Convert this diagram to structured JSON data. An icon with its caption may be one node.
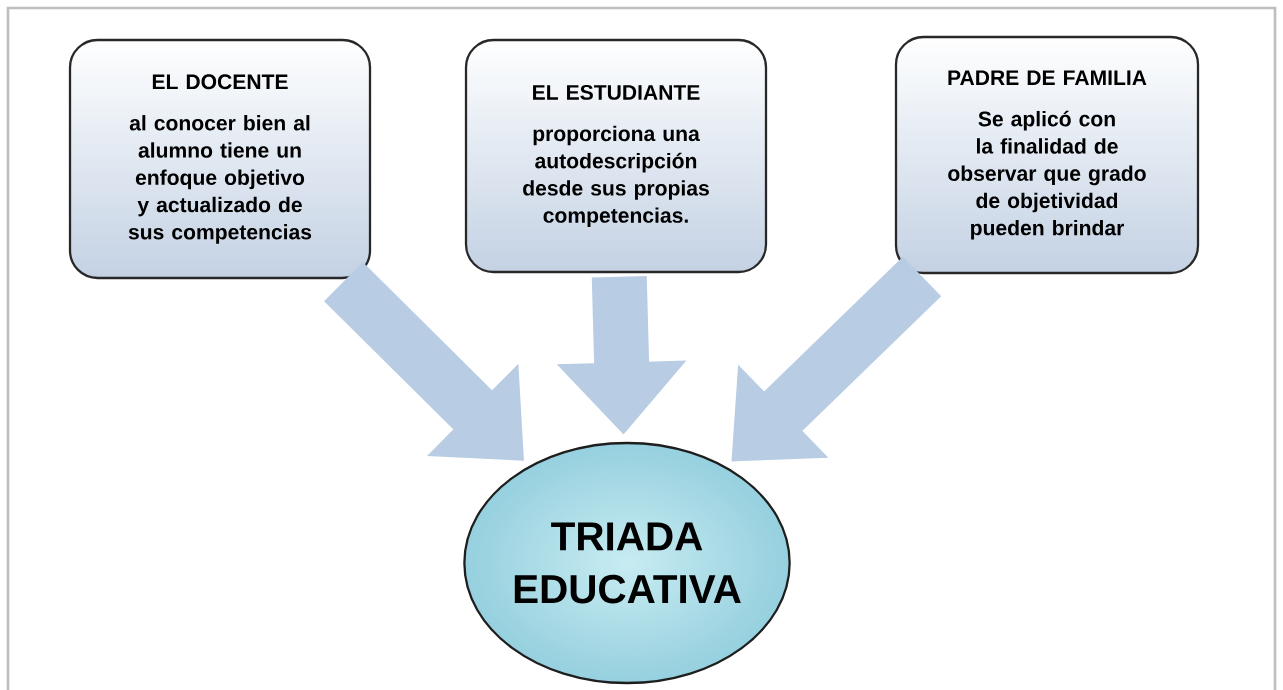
{
  "diagram": {
    "nodes": [
      {
        "text": [
          "EL DOCENTE",
          "al conocer bien al alumno tiene un enfoque objetivo y actualizado de sus competencias"
        ]
      },
      {
        "text": [
          "EL ESTUDIANTE",
          "proporciona una autodescripción desde sus propias competencias."
        ]
      },
      {
        "text": [
          "PADRE DE FAMILIA",
          "Se aplicó con la finalidad de observar que grado de objetividad pueden brindar"
        ]
      },
      {
        "text": [
          "TRIADA EDUCATIVA"
        ]
      }
    ],
    "edges": [
      {
        "from": 0,
        "to": 3,
        "arrow": "to"
      },
      {
        "from": 1,
        "to": 3,
        "arrow": "to"
      },
      {
        "from": 2,
        "to": 3,
        "arrow": "to"
      }
    ]
  }
}
